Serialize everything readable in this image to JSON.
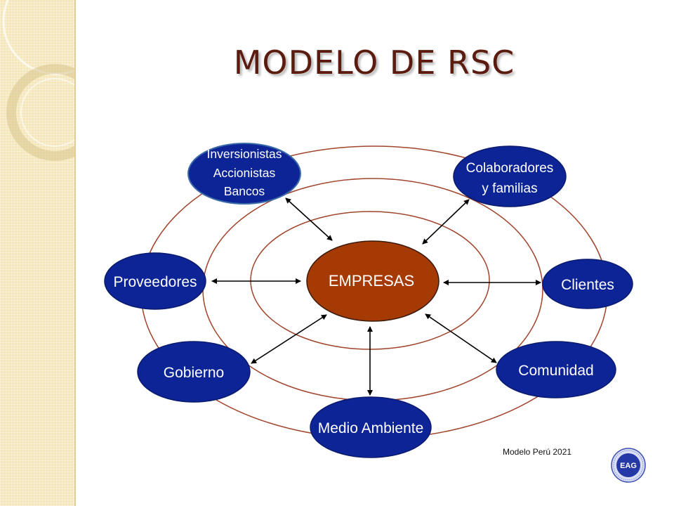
{
  "title": "MODELO DE RSC",
  "center": {
    "label": "EMPRESAS"
  },
  "nodes": {
    "inversionistas": {
      "lines": [
        "Inversionistas",
        "Accionistas",
        "Bancos"
      ]
    },
    "colaboradores": {
      "lines": [
        "Colaboradores",
        "y familias"
      ]
    },
    "proveedores": {
      "lines": [
        "Proveedores"
      ]
    },
    "clientes": {
      "lines": [
        "Clientes"
      ]
    },
    "gobierno": {
      "lines": [
        "Gobierno"
      ]
    },
    "comunidad": {
      "lines": [
        "Comunidad"
      ]
    },
    "medio_ambiente": {
      "lines": [
        "Medio Ambiente"
      ]
    }
  },
  "credit": "Modelo Perú 2021",
  "logo": {
    "text": "EAG"
  },
  "colors": {
    "node_fill": "#0d2496",
    "center_fill": "#a63a05",
    "ring_stroke": "#a0442c",
    "title": "#5b1c0f"
  }
}
